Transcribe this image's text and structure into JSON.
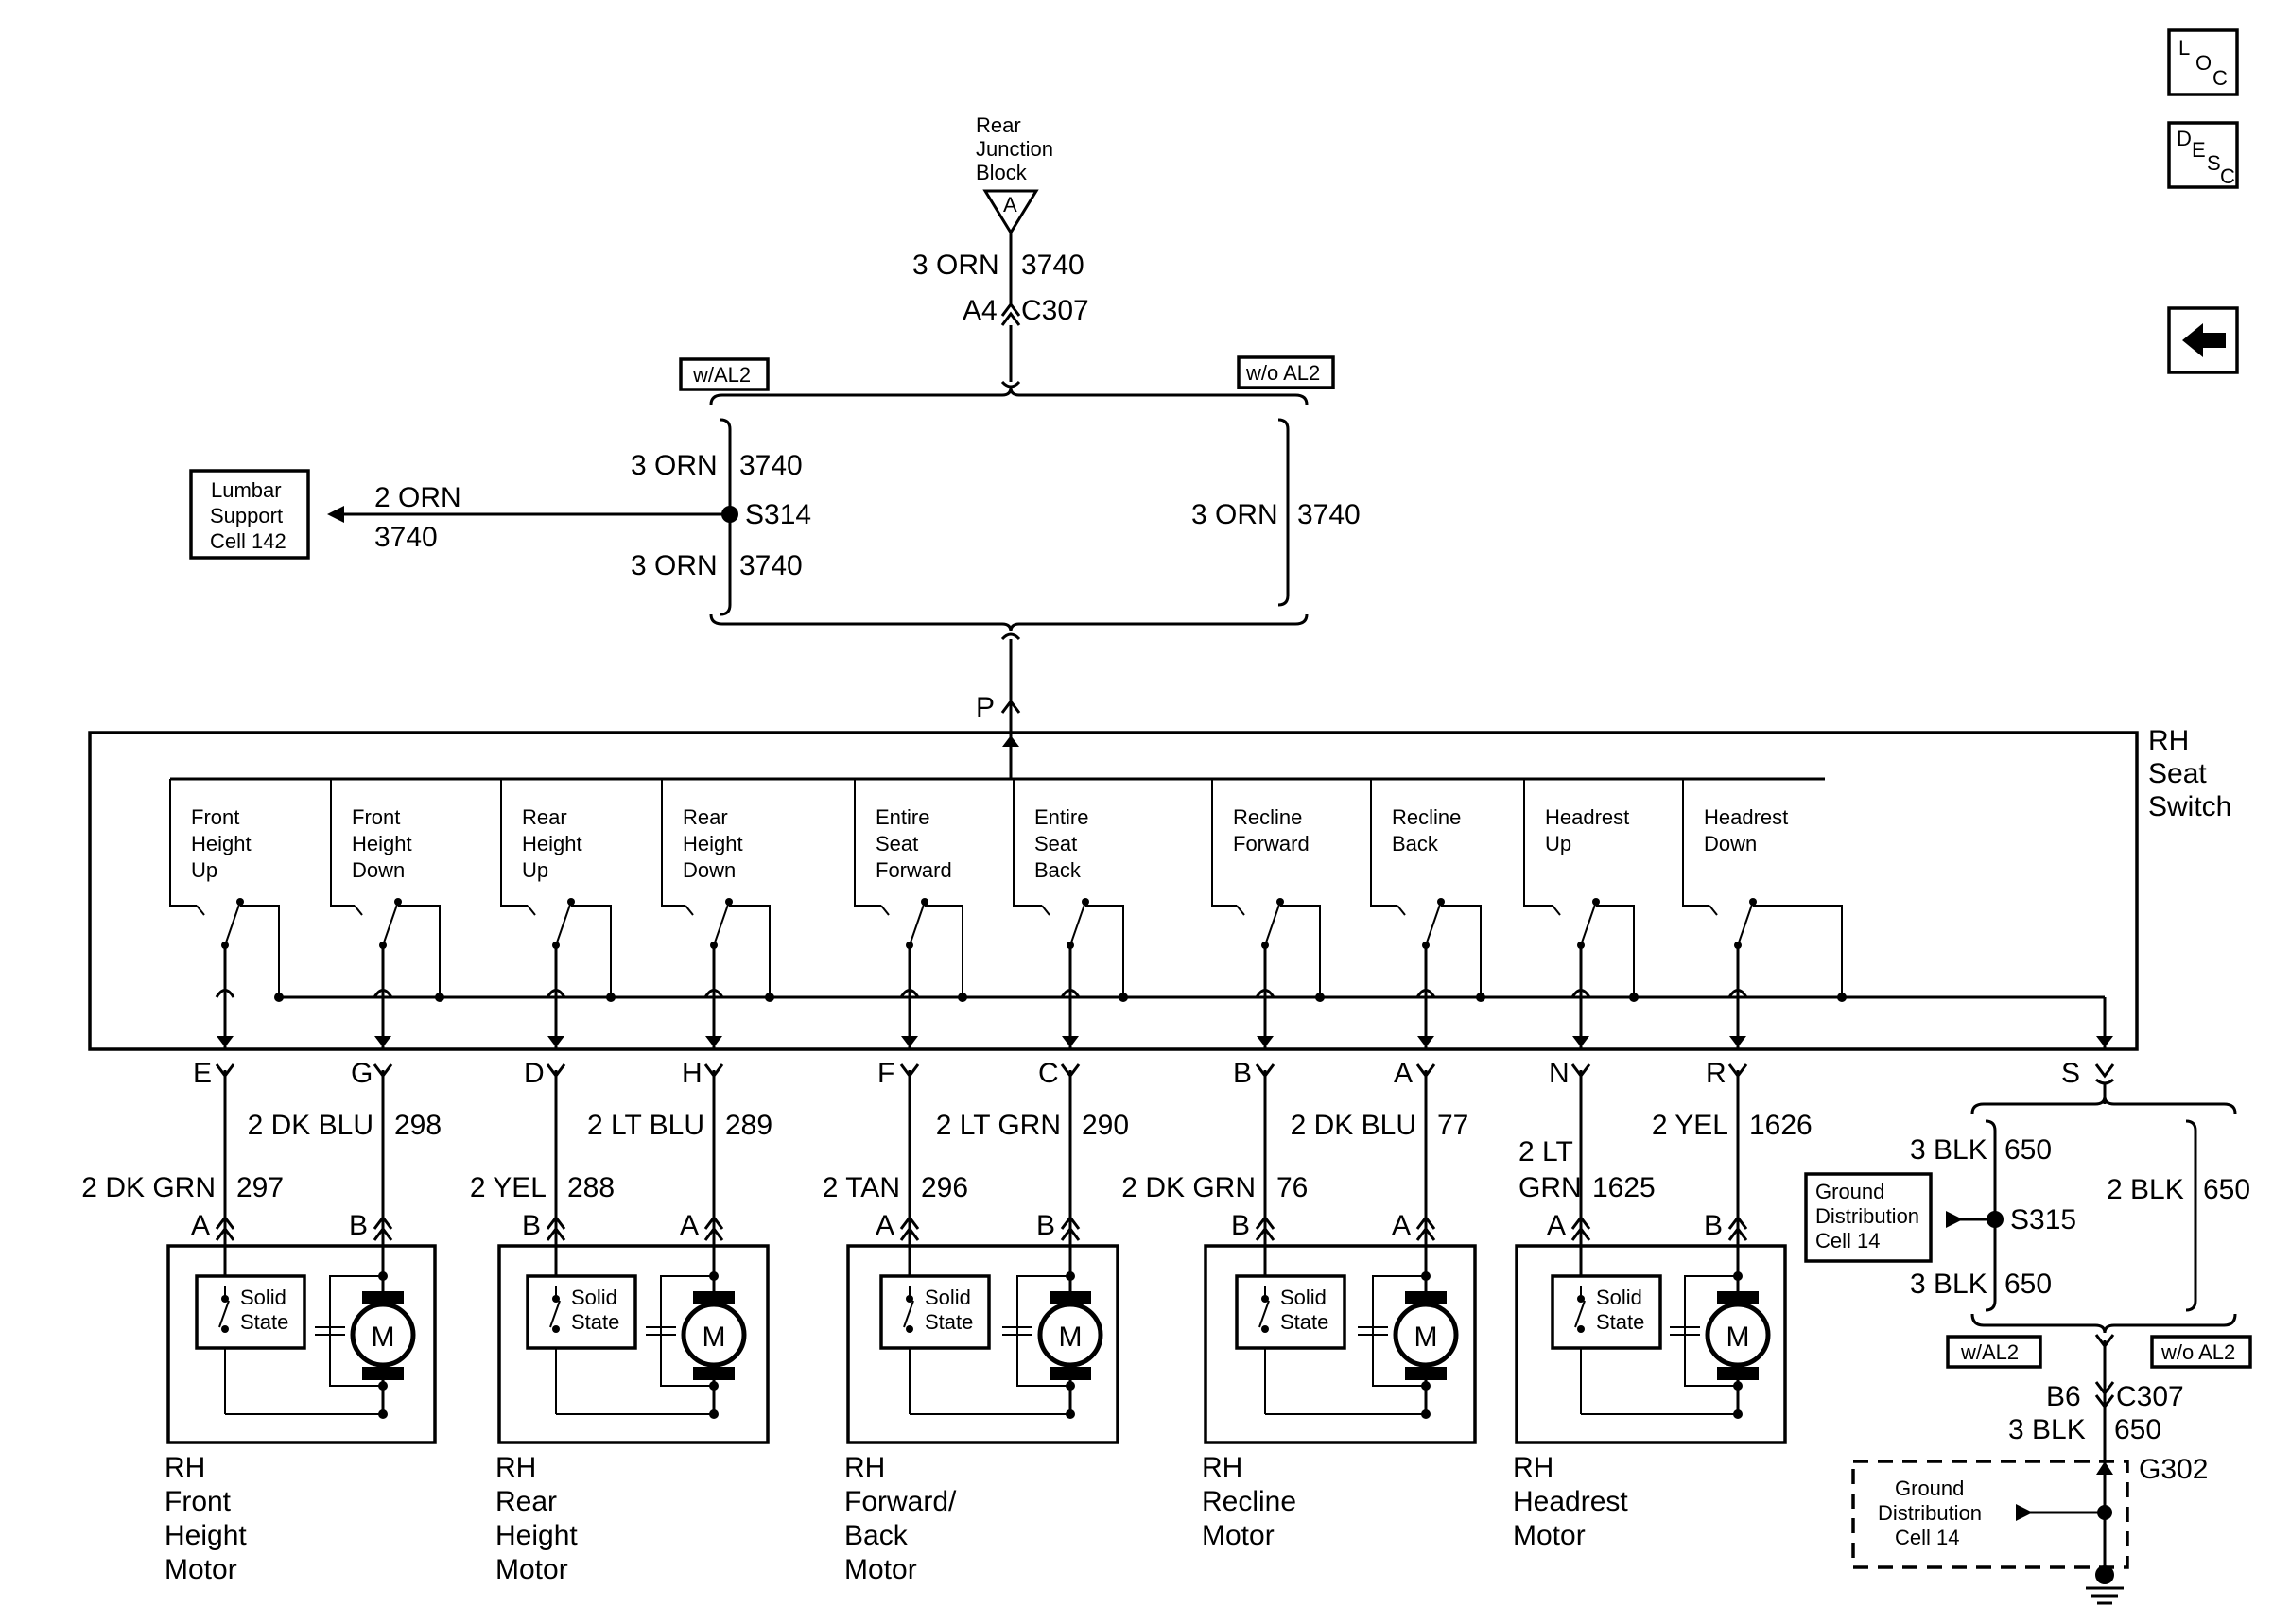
{
  "nav": {
    "loc": {
      "a": "L",
      "b": "O",
      "c": "C"
    },
    "desc": {
      "a": "D",
      "b": "E",
      "c": "S",
      "d": "C"
    },
    "back_icon": "left-arrow-icon"
  },
  "rjb": {
    "title": [
      "Rear",
      "Junction",
      "Block"
    ],
    "pin": "A",
    "wire_top": {
      "left": "3 ORN",
      "right": "3740"
    },
    "conn": {
      "left": "A4",
      "right": "C307"
    }
  },
  "options": {
    "with": "w/AL2",
    "without": "w/o AL2"
  },
  "upper": {
    "wire_a": {
      "left": "3 ORN",
      "right": "3740"
    },
    "wire_b": {
      "left": "3 ORN",
      "right": "3740"
    },
    "wire_c": {
      "left": "3 ORN",
      "right": "3740"
    },
    "splice": "S314",
    "lumbar": {
      "lines": [
        "Lumbar",
        "Support",
        "Cell 142"
      ],
      "wire": "2 ORN",
      "circuit": "3740"
    }
  },
  "switch": {
    "title": [
      "RH",
      "Seat",
      "Switch"
    ],
    "input_pin": "P",
    "segments": [
      {
        "label": [
          "Front",
          "Height",
          "Up"
        ],
        "pin": "E"
      },
      {
        "label": [
          "Front",
          "Height",
          "Down"
        ],
        "pin": "G"
      },
      {
        "label": [
          "Rear",
          "Height",
          "Up"
        ],
        "pin": "D"
      },
      {
        "label": [
          "Rear",
          "Height",
          "Down"
        ],
        "pin": "H"
      },
      {
        "label": [
          "Entire",
          "Seat",
          "Forward"
        ],
        "pin": "F"
      },
      {
        "label": [
          "Entire",
          "Seat",
          "Back"
        ],
        "pin": "C"
      },
      {
        "label": [
          "Recline",
          "Forward"
        ],
        "pin": "B"
      },
      {
        "label": [
          "Recline",
          "Back"
        ],
        "pin": "A"
      },
      {
        "label": [
          "Headrest",
          "Up"
        ],
        "pin": "N"
      },
      {
        "label": [
          "Headrest",
          "Down"
        ],
        "pin": "R"
      }
    ],
    "ground_pin": "S"
  },
  "wires": [
    {
      "color": "2 DK GRN",
      "circuit": "297"
    },
    {
      "color": "2 DK BLU",
      "circuit": "298"
    },
    {
      "color": "2 YEL",
      "circuit": "288"
    },
    {
      "color": "2 LT BLU",
      "circuit": "289"
    },
    {
      "color": "2 TAN",
      "circuit": "296"
    },
    {
      "color": "2 LT GRN",
      "circuit": "290"
    },
    {
      "color": "2 DK GRN",
      "circuit": "76"
    },
    {
      "color": "2 DK BLU",
      "circuit": "77"
    },
    {
      "color": [
        "2 LT",
        "GRN"
      ],
      "circuit": "1625"
    },
    {
      "color": "2 YEL",
      "circuit": "1626"
    }
  ],
  "motors": [
    {
      "name": [
        "RH",
        "Front",
        "Height",
        "Motor"
      ],
      "pins": [
        "A",
        "B"
      ]
    },
    {
      "name": [
        "RH",
        "Rear",
        "Height",
        "Motor"
      ],
      "pins": [
        "B",
        "A"
      ]
    },
    {
      "name": [
        "RH",
        "Forward/",
        "Back",
        "Motor"
      ],
      "pins": [
        "A",
        "B"
      ]
    },
    {
      "name": [
        "RH",
        "Recline",
        "Motor"
      ],
      "pins": [
        "B",
        "A"
      ]
    },
    {
      "name": [
        "RH",
        "Headrest",
        "Motor"
      ],
      "pins": [
        "A",
        "B"
      ]
    }
  ],
  "motor_parts": {
    "solid_state": [
      "Solid",
      "State"
    ],
    "motor": "M"
  },
  "ground": {
    "wire_a": {
      "left": "3 BLK",
      "right": "650"
    },
    "wire_b": {
      "left": "3 BLK",
      "right": "650"
    },
    "wire_c": {
      "left": "2 BLK",
      "right": "650"
    },
    "splice": "S315",
    "gdc": [
      "Ground",
      "Distribution",
      "Cell 14"
    ],
    "conn": {
      "left": "B6",
      "right": "C307"
    },
    "wire_d": {
      "left": "3 BLK",
      "right": "650"
    },
    "gnd_point": "G302"
  }
}
